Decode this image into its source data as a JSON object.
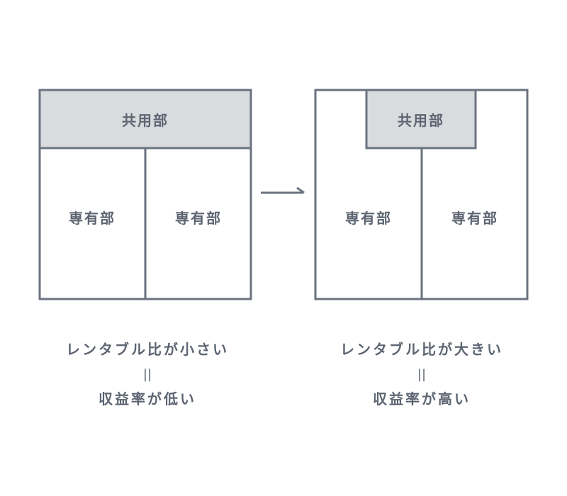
{
  "colors": {
    "stroke": "#6b7280",
    "common_fill": "#d9dcdf",
    "text": "#5d6572",
    "background": "#ffffff"
  },
  "left_plan": {
    "common_label": "共用部",
    "private_label_1": "専有部",
    "private_label_2": "専有部"
  },
  "right_plan": {
    "common_label": "共用部",
    "private_label_1": "専有部",
    "private_label_2": "専有部"
  },
  "arrow_icon": "right-arrow-icon",
  "left_caption": {
    "line1": "レンタブル比が小さい",
    "equals": "||",
    "line2": "収益率が低い"
  },
  "right_caption": {
    "line1": "レンタブル比が大きい",
    "equals": "||",
    "line2": "収益率が高い"
  }
}
